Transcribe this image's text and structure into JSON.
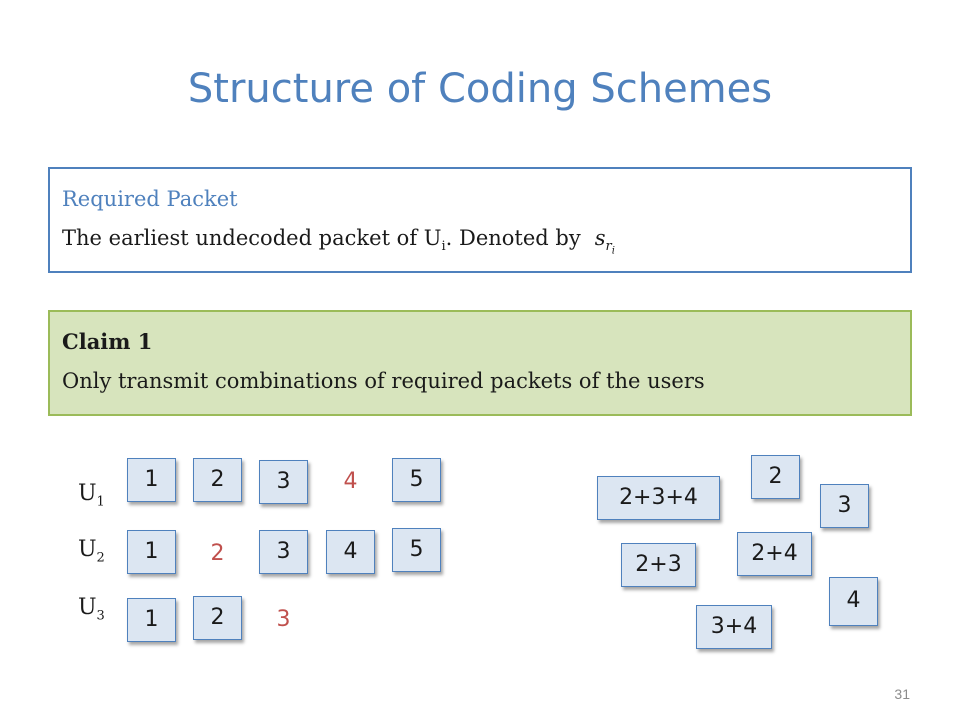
{
  "slide": {
    "title": "Structure of Coding Schemes",
    "page_number": "31"
  },
  "required_box": {
    "title": "Required Packet",
    "body_text": "The earliest undecoded packet of U",
    "body_sub": "i",
    "body_after": ". Denoted by",
    "math_symbol": "s",
    "math_sub": "r",
    "math_subsub": "i"
  },
  "claim_box": {
    "title": "Claim 1",
    "body_text": "Only transmit combinations of required packets of the users"
  },
  "users": [
    {
      "label": "U",
      "sub": "1",
      "items": [
        {
          "label": "1",
          "type": "have"
        },
        {
          "label": "2",
          "type": "have"
        },
        {
          "label": "3",
          "type": "have"
        },
        {
          "label": "4",
          "type": "missing"
        },
        {
          "label": "5",
          "type": "have"
        }
      ]
    },
    {
      "label": "U",
      "sub": "2",
      "items": [
        {
          "label": "1",
          "type": "have"
        },
        {
          "label": "2",
          "type": "missing"
        },
        {
          "label": "3",
          "type": "have"
        },
        {
          "label": "4",
          "type": "have"
        },
        {
          "label": "5",
          "type": "have"
        }
      ]
    },
    {
      "label": "U",
      "sub": "3",
      "items": [
        {
          "label": "1",
          "type": "have"
        },
        {
          "label": "2",
          "type": "have"
        },
        {
          "label": "3",
          "type": "missing"
        }
      ]
    }
  ],
  "combinations": [
    "2+3+4",
    "2",
    "3",
    "2+3",
    "2+4",
    "4",
    "3+4"
  ],
  "colors": {
    "accent_blue": "#4f81bd",
    "packet_fill": "#dce6f2",
    "claim_fill": "#d7e4bd",
    "claim_border": "#9bbb59",
    "missing_red": "#c0504d"
  }
}
